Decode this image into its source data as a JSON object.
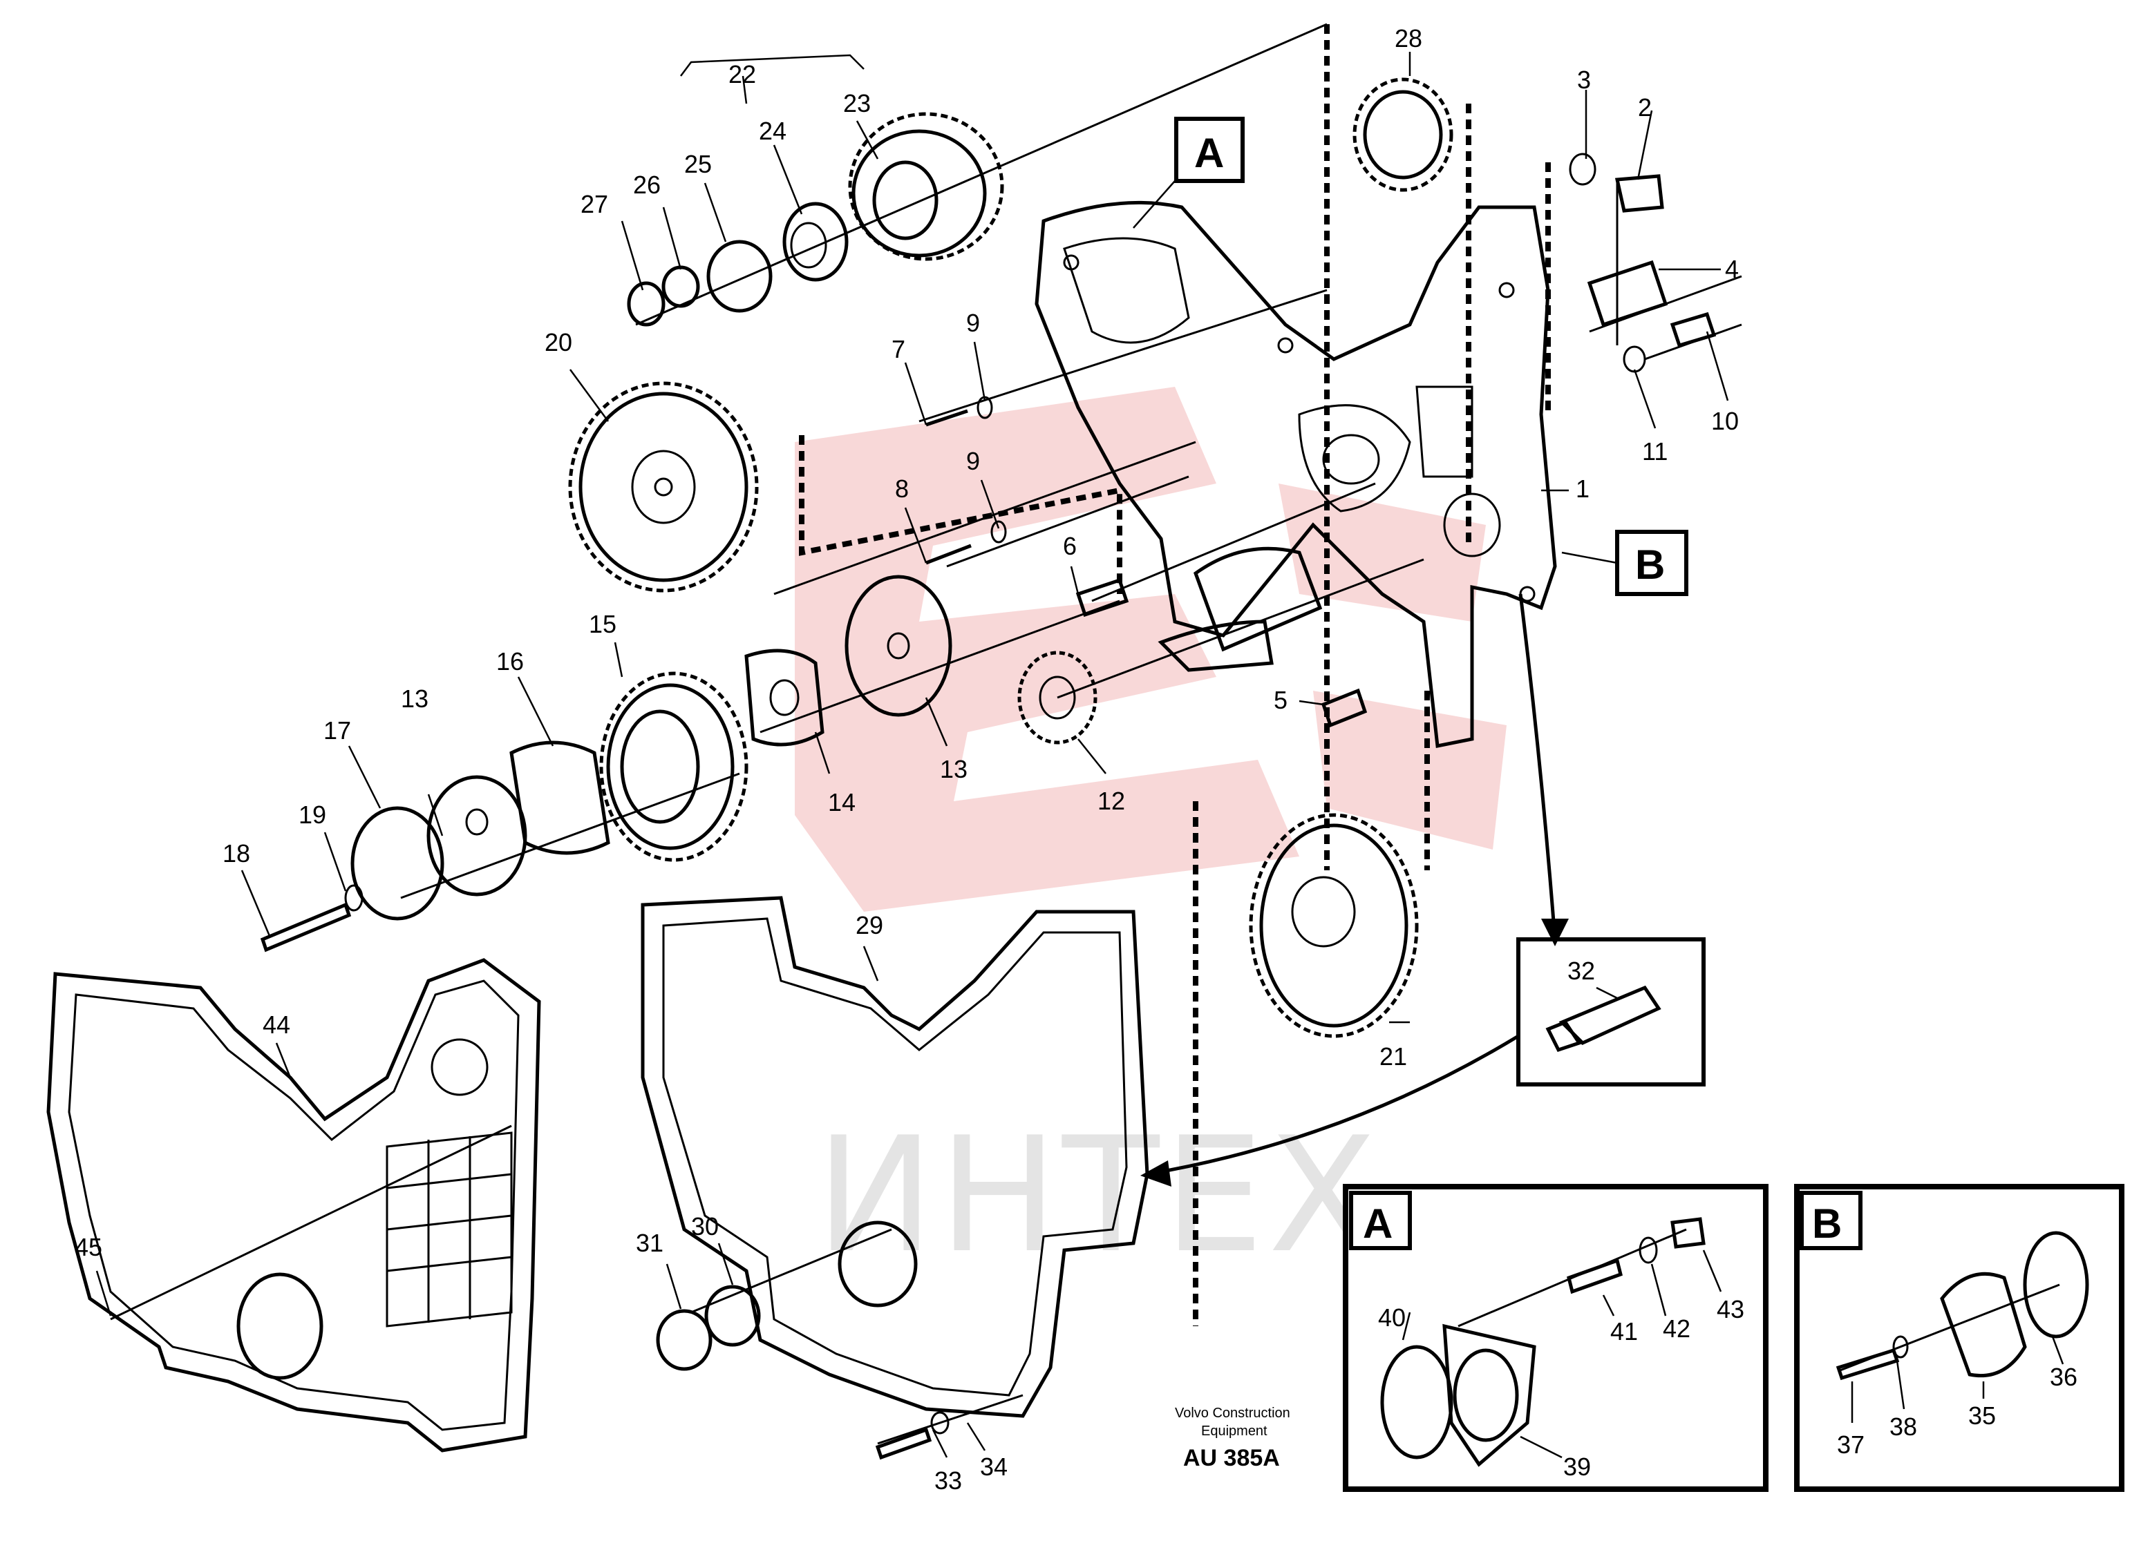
{
  "watermark": {
    "text": "ИНТЕХ",
    "color": "#f2b8b8"
  },
  "credit": {
    "line1": "Volvo Construction",
    "line2": "Equipment",
    "code": "AU 385A"
  },
  "callouts": {
    "c1": "1",
    "c2": "2",
    "c3": "3",
    "c4": "4",
    "c5": "5",
    "c6": "6",
    "c7": "7",
    "c8": "8",
    "c9a": "9",
    "c9b": "9",
    "c10": "10",
    "c11": "11",
    "c12": "12",
    "c13a": "13",
    "c13b": "13",
    "c14": "14",
    "c15": "15",
    "c16": "16",
    "c17": "17",
    "c18": "18",
    "c19": "19",
    "c20": "20",
    "c21": "21",
    "c22": "22",
    "c23": "23",
    "c24": "24",
    "c25": "25",
    "c26": "26",
    "c27": "27",
    "c28": "28",
    "c29": "29",
    "c30": "30",
    "c31": "31",
    "c32": "32",
    "c33": "33",
    "c34": "34",
    "c35": "35",
    "c36": "36",
    "c37": "37",
    "c38": "38",
    "c39": "39",
    "c40": "40",
    "c41": "41",
    "c42": "42",
    "c43": "43",
    "c44": "44",
    "c45": "45"
  },
  "detail_boxes": {
    "a": "A",
    "b": "B"
  }
}
